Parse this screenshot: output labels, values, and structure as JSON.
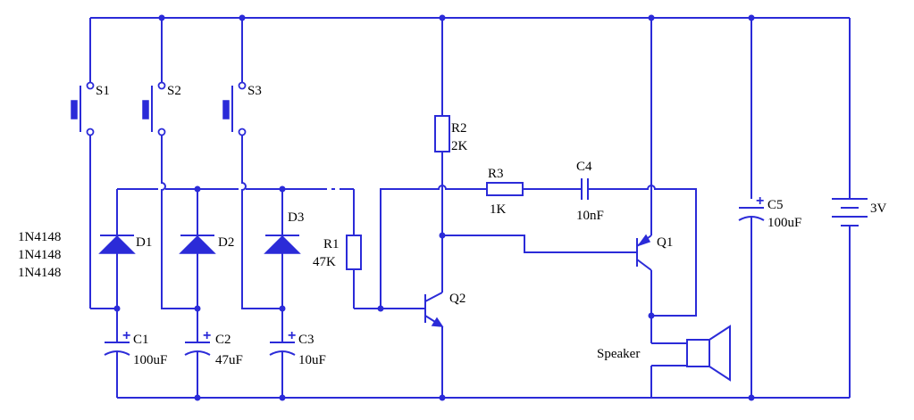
{
  "switches": [
    {
      "ref": "S1"
    },
    {
      "ref": "S2"
    },
    {
      "ref": "S3"
    }
  ],
  "diode_part_numbers": [
    "1N4148",
    "1N4148",
    "1N4148"
  ],
  "diodes": [
    {
      "ref": "D1"
    },
    {
      "ref": "D2"
    },
    {
      "ref": "D3"
    }
  ],
  "capacitors": [
    {
      "ref": "C1",
      "value": "100uF",
      "polarity": "+"
    },
    {
      "ref": "C2",
      "value": "47uF",
      "polarity": "+"
    },
    {
      "ref": "C3",
      "value": "10uF",
      "polarity": "+"
    },
    {
      "ref": "C4",
      "value": "10nF"
    },
    {
      "ref": "C5",
      "value": "100uF",
      "polarity": "+"
    }
  ],
  "resistors": [
    {
      "ref": "R1",
      "value": "47K"
    },
    {
      "ref": "R2",
      "value": "2K"
    },
    {
      "ref": "R3",
      "value": "1K"
    }
  ],
  "transistors": [
    {
      "ref": "Q1",
      "kind": "PNP"
    },
    {
      "ref": "Q2",
      "kind": "NPN"
    }
  ],
  "battery": {
    "value": "3V"
  },
  "speaker": {
    "label": "Speaker"
  },
  "colors": {
    "wire": "#2b2bd8",
    "text": "#000000"
  }
}
